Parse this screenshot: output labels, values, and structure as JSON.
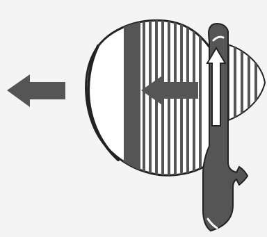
{
  "diagram": {
    "type": "illustration",
    "elements": [
      {
        "name": "external-left-arrow",
        "icon": "arrow-left-icon"
      },
      {
        "name": "magnified-circle",
        "icon": "circle-lens-icon"
      },
      {
        "name": "internal-left-arrow",
        "icon": "arrow-left-icon"
      },
      {
        "name": "vertical-up-arrow",
        "icon": "arrow-up-icon"
      },
      {
        "name": "fin-shape",
        "icon": "fin-icon"
      }
    ],
    "colors": {
      "background": "#f4f4f5",
      "ink": "#555555",
      "stroke": "#222222",
      "paper": "#ffffff"
    }
  }
}
